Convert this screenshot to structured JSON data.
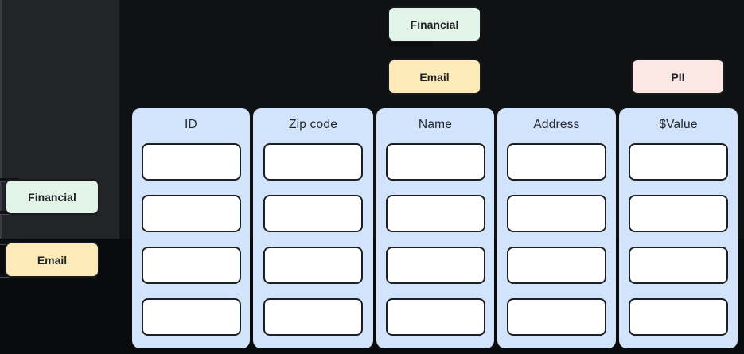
{
  "tags": {
    "top_financial": {
      "label": "Financial",
      "bg": "#e2f3e8"
    },
    "top_email": {
      "label": "Email",
      "bg": "#fcebb8"
    },
    "top_pii": {
      "label": "PII",
      "bg": "#fbe7e4"
    },
    "side_financial": {
      "label": "Financial",
      "bg": "#e2f3e8"
    },
    "side_email": {
      "label": "Email",
      "bg": "#fcebb8"
    }
  },
  "table": {
    "columns": [
      {
        "header": "ID",
        "cells": [
          "",
          "",
          "",
          ""
        ]
      },
      {
        "header": "Zip code",
        "cells": [
          "",
          "",
          "",
          ""
        ]
      },
      {
        "header": "Name",
        "cells": [
          "",
          "",
          "",
          ""
        ]
      },
      {
        "header": "Address",
        "cells": [
          "",
          "",
          "",
          ""
        ]
      },
      {
        "header": "$Value",
        "cells": [
          "",
          "",
          "",
          ""
        ]
      }
    ]
  },
  "colors": {
    "column_bg": "#d2e3fc",
    "cell_bg": "#ffffff",
    "cell_border": "#1d1f23",
    "tag_border": "#191a1d",
    "financial_tag": "#e2f3e8",
    "email_tag": "#fcebb8",
    "pii_tag": "#fbe7e4",
    "row_bar_bg": "#242529",
    "background": "#0a0b0d"
  }
}
